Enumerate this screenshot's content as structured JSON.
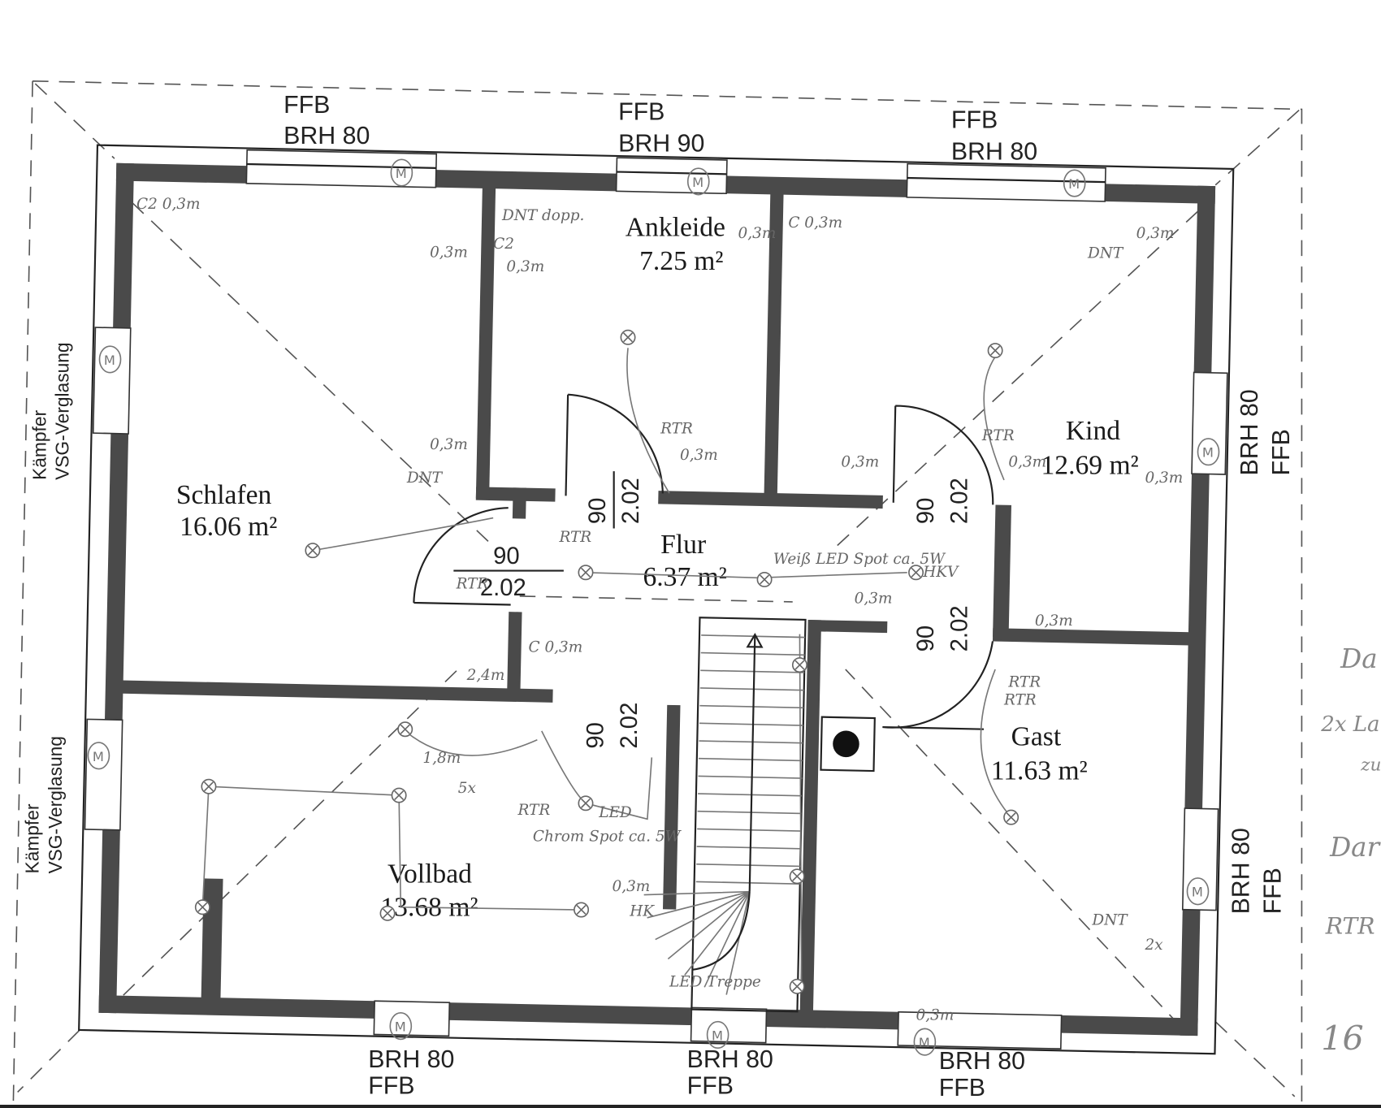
{
  "windows_top": [
    {
      "ffb": "FFB",
      "brh": "BRH 80"
    },
    {
      "ffb": "FFB",
      "brh": "BRH 90"
    },
    {
      "ffb": "FFB",
      "brh": "BRH 80"
    }
  ],
  "windows_bottom": [
    {
      "brh": "BRH 80",
      "ffb": "FFB"
    },
    {
      "brh": "BRH 80",
      "ffb": "FFB"
    },
    {
      "brh": "BRH 80",
      "ffb": "FFB"
    }
  ],
  "windows_right": [
    {
      "brh": "BRH 80",
      "ffb": "FFB"
    },
    {
      "brh": "BRH 80",
      "ffb": "FFB"
    }
  ],
  "windows_left": [
    {
      "line1": "Kämpfer",
      "line2": "VSG-Verglasung"
    },
    {
      "line1": "Kämpfer",
      "line2": "VSG-Verglasung"
    }
  ],
  "rooms": [
    {
      "name": "Schlafen",
      "area": "16.06 m²"
    },
    {
      "name": "Ankleide",
      "area": "7.25 m²"
    },
    {
      "name": "Kind",
      "area": "12.69 m²"
    },
    {
      "name": "Flur",
      "area": "6.37 m²"
    },
    {
      "name": "Gast",
      "area": "11.63 m²"
    },
    {
      "name": "Vollbad",
      "area": "13.68 m²"
    }
  ],
  "doors": [
    {
      "width": "90",
      "height": "2.02"
    },
    {
      "width": "90",
      "height": "2.02"
    },
    {
      "width": "90",
      "height": "2.02"
    },
    {
      "width": "90",
      "height": "2.02"
    },
    {
      "width": "90",
      "height": "2.02"
    }
  ],
  "notes": [
    "C2 0,3m",
    "DNT dopp.",
    "C2",
    "0,3m",
    "0,3m",
    "C 0,3m",
    "0,3m",
    "DNT",
    "0,3m",
    "RTR",
    "0,3m",
    "RTR",
    "RTR",
    "RTR",
    "0,3m",
    "Weiß LED Spot ca. 5W",
    "HKV",
    "0,3m",
    "0,3m",
    "C 0,3m",
    "2,4m",
    "1,8m",
    "5x",
    "RTR",
    "LED",
    "Chrom Spot ca. 5W",
    "0,3m",
    "HK",
    "0,3m",
    "RTR",
    "DNT",
    "2x",
    "0,3m",
    "LED Treppe",
    "DNT",
    "0,3m",
    "RTR",
    "0,3m"
  ],
  "margin_notes": [
    "Da",
    "2x La",
    "zu",
    "Dar",
    "RTR",
    "16"
  ]
}
